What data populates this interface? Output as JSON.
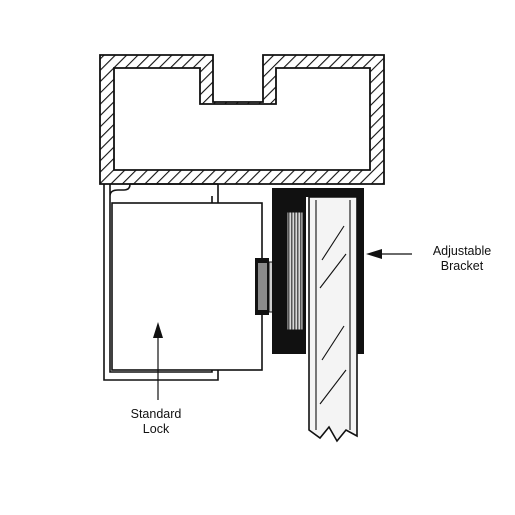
{
  "labels": {
    "adjustable_bracket": {
      "line1": "Adjustable",
      "line2": "Bracket"
    },
    "standard_lock": {
      "line1": "Standard",
      "line2": "Lock"
    }
  },
  "colors": {
    "ink": "#111111",
    "bracket_fill": "#111111",
    "knurl_fill": "#8a8a8a",
    "glass_fill": "#f4f4f4",
    "background": "#ffffff"
  }
}
